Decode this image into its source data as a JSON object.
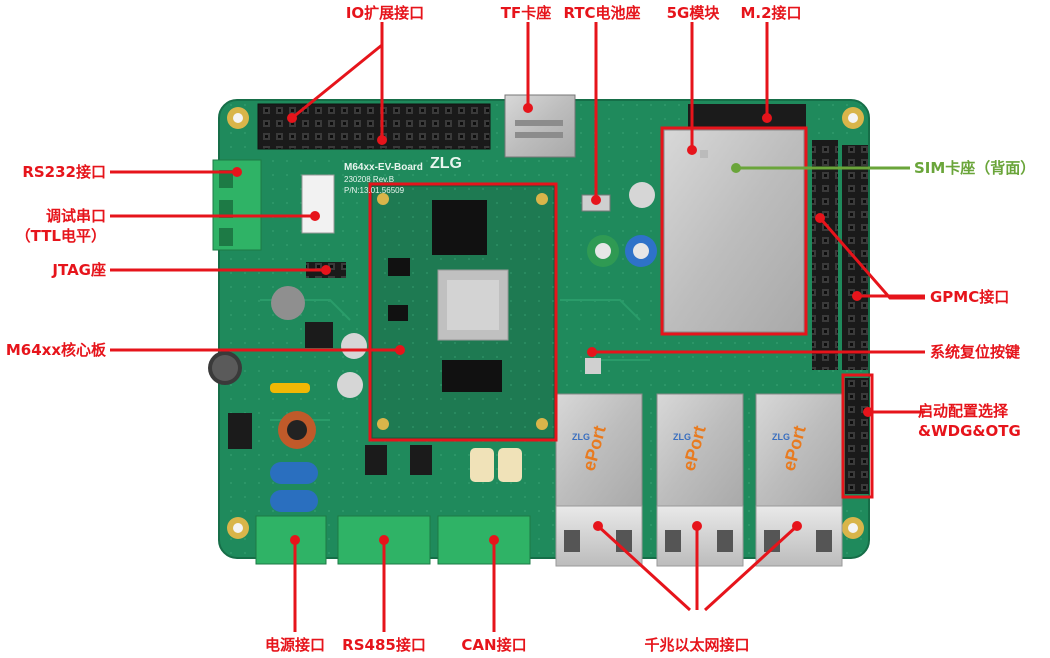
{
  "labels": {
    "io_expansion": "IO扩展接口",
    "tf_slot": "TF卡座",
    "rtc_battery": "RTC电池座",
    "module_5g": "5G模块",
    "m2_port": "M.2接口",
    "rs232": "RS232接口",
    "debug_serial_line1": "调试串口",
    "debug_serial_line2": "（TTL电平）",
    "jtag": "JTAG座",
    "core_board": "M64xx核心板",
    "sim_slot": "SIM卡座（背面）",
    "gpmc": "GPMC接口",
    "reset_button": "系统复位按键",
    "boot_config_line1": "启动配置选择",
    "boot_config_line2": "&WDG&OTG",
    "power": "电源接口",
    "rs485": "RS485接口",
    "can": "CAN接口",
    "ethernet": "千兆以太网接口"
  },
  "board_silkscreen": {
    "name": "M64xx-EV-Board",
    "revision": "230208 Rev.B",
    "part_number": "P/N:13.01.56509",
    "brand": "ZLG",
    "eport_brand": "ePort",
    "eport_vendor": "ZLG"
  },
  "colors": {
    "callout_red": "#e6141b",
    "sim_green": "#6aa53a",
    "pcb_green": "#1f8a5c",
    "pcb_dark": "#166e48",
    "terminal_green": "#2fb366"
  }
}
